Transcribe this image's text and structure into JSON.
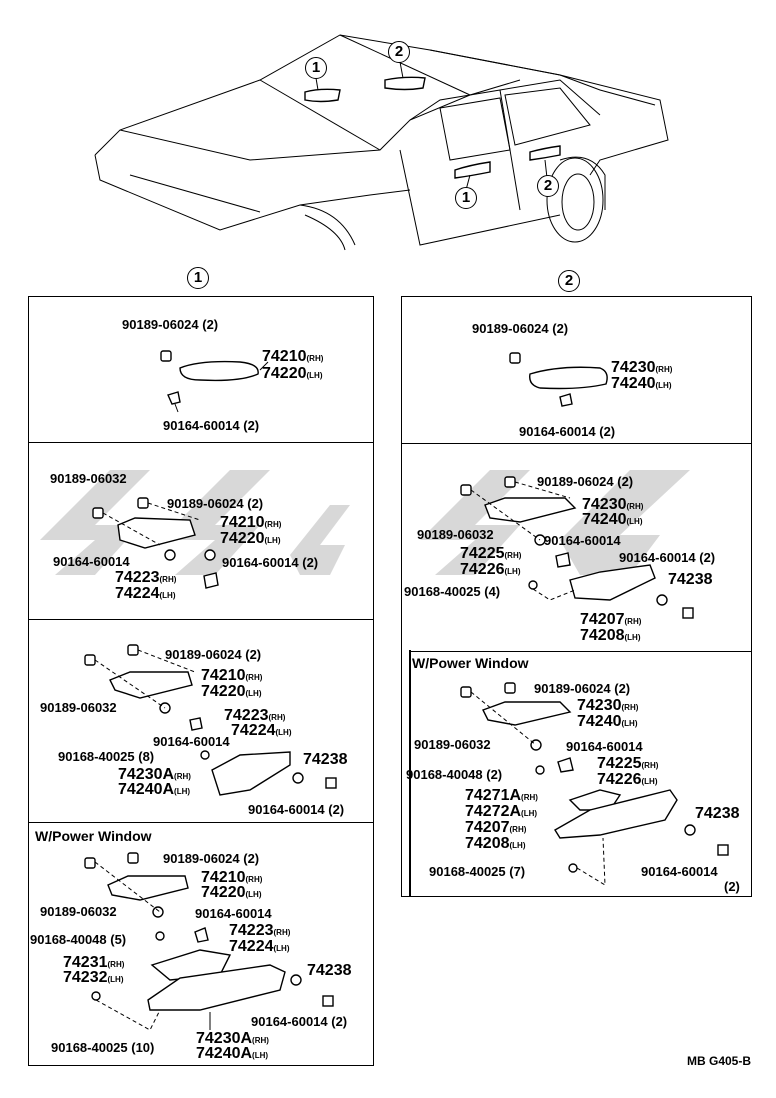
{
  "callouts": {
    "one": "1",
    "two": "2"
  },
  "footer_code": "MB G405-B",
  "panel1": {
    "s1": {
      "clip": "90189-06024 (2)",
      "handle_rh": "74210",
      "handle_lh": "74220",
      "rh": "(RH)",
      "lh": "(LH)",
      "screw": "90164-60014 (2)"
    },
    "s2": {
      "clip_a": "90189-06032",
      "clip_b": "90189-06024 (2)",
      "handle_rh": "74210",
      "handle_lh": "74220",
      "screw_a": "90164-60014",
      "screw_b": "90164-60014 (2)",
      "plug_rh": "74223",
      "plug_lh": "74224",
      "rh": "(RH)",
      "lh": "(LH)"
    },
    "s3": {
      "clip_b": "90189-06024 (2)",
      "clip_a": "90189-06032",
      "handle_rh": "74210",
      "handle_lh": "74220",
      "screw_a": "90164-60014",
      "plug_rh": "74223",
      "plug_lh": "74224",
      "bolt": "90168-40025 (8)",
      "base_rh": "74230A",
      "base_lh": "74240A",
      "cap": "74238",
      "screw_b": "90164-60014 (2)",
      "rh": "(RH)",
      "lh": "(LH)"
    },
    "s4": {
      "title": "W/Power Window",
      "clip_b": "90189-06024 (2)",
      "clip_a": "90189-06032",
      "handle_rh": "74210",
      "handle_lh": "74220",
      "screw_a": "90164-60014",
      "bolt_a": "90168-40048 (5)",
      "plug_rh": "74223",
      "plug_lh": "74224",
      "switch_rh": "74231",
      "switch_lh": "74232",
      "cap": "74238",
      "screw_b": "90164-60014 (2)",
      "bolt_b": "90168-40025 (10)",
      "base_rh": "74230A",
      "base_lh": "74240A",
      "rh": "(RH)",
      "lh": "(LH)"
    }
  },
  "panel2": {
    "s1": {
      "clip": "90189-06024 (2)",
      "handle_rh": "74230",
      "handle_lh": "74240",
      "rh": "(RH)",
      "lh": "(LH)",
      "screw": "90164-60014 (2)"
    },
    "s2": {
      "clip_b": "90189-06024 (2)",
      "clip_a": "90189-06032",
      "handle_rh": "74230",
      "handle_lh": "74240",
      "screw_a": "90164-60014",
      "plug_rh": "74225",
      "plug_lh": "74226",
      "screw_b": "90164-60014 (2)",
      "bolt": "90168-40025 (4)",
      "cap": "74238",
      "base_rh": "74207",
      "base_lh": "74208",
      "rh": "(RH)",
      "lh": "(LH)"
    },
    "s3": {
      "title": "W/Power Window",
      "clip_b": "90189-06024 (2)",
      "clip_a": "90189-06032",
      "handle_rh": "74230",
      "handle_lh": "74240",
      "screw_a": "90164-60014",
      "bolt_a": "90168-40048 (2)",
      "plug_rh": "74225",
      "plug_lh": "74226",
      "switch_rh": "74271A",
      "switch_lh": "74272A",
      "base_rh": "74207",
      "base_lh": "74208",
      "cap": "74238",
      "screw_b": "90164-60014",
      "screw_b_qty": "(2)",
      "bolt_b": "90168-40025 (7)",
      "rh": "(RH)",
      "lh": "(LH)"
    }
  }
}
